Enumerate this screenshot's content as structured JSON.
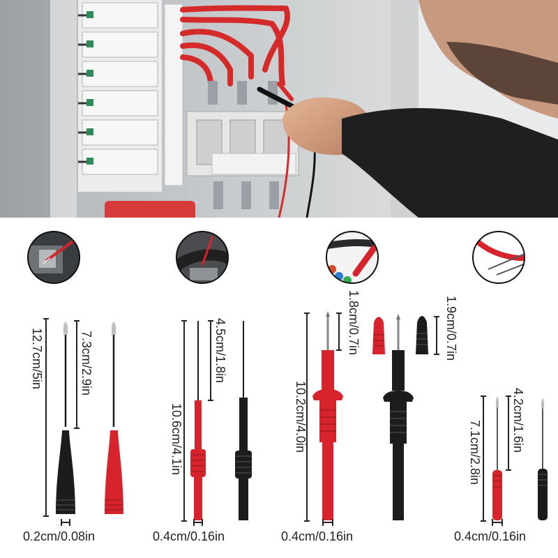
{
  "colors": {
    "red": "#d6232c",
    "black": "#1c1c1c",
    "dim": "#222222"
  },
  "sets": [
    {
      "id": "set1",
      "detail_icon": "insulation-piercing-probe-detail-icon",
      "total_length": "12.7cm/5in",
      "tip_length": "7.3cm/2.9in",
      "diameter": "0.2cm/0.08in"
    },
    {
      "id": "set2",
      "detail_icon": "wire-piercing-needle-detail-icon",
      "total_length": "10.6cm/4.1in",
      "tip_length": "4.5cm/1.8in",
      "diameter": "0.4cm/0.16in"
    },
    {
      "id": "set3",
      "detail_icon": "test-lead-plug-detail-icon",
      "total_length": "10.2cm/4.0in",
      "tip_length": "1.8cm/0.7in",
      "cap_length": "1.9cm/0.7in",
      "diameter": "0.4cm/0.16in"
    },
    {
      "id": "set4",
      "detail_icon": "back-probe-pin-detail-icon",
      "total_length": "7.1cm/2.8in",
      "tip_length": "4.2cm/1.6in",
      "diameter": "0.4cm/0.16in"
    }
  ]
}
